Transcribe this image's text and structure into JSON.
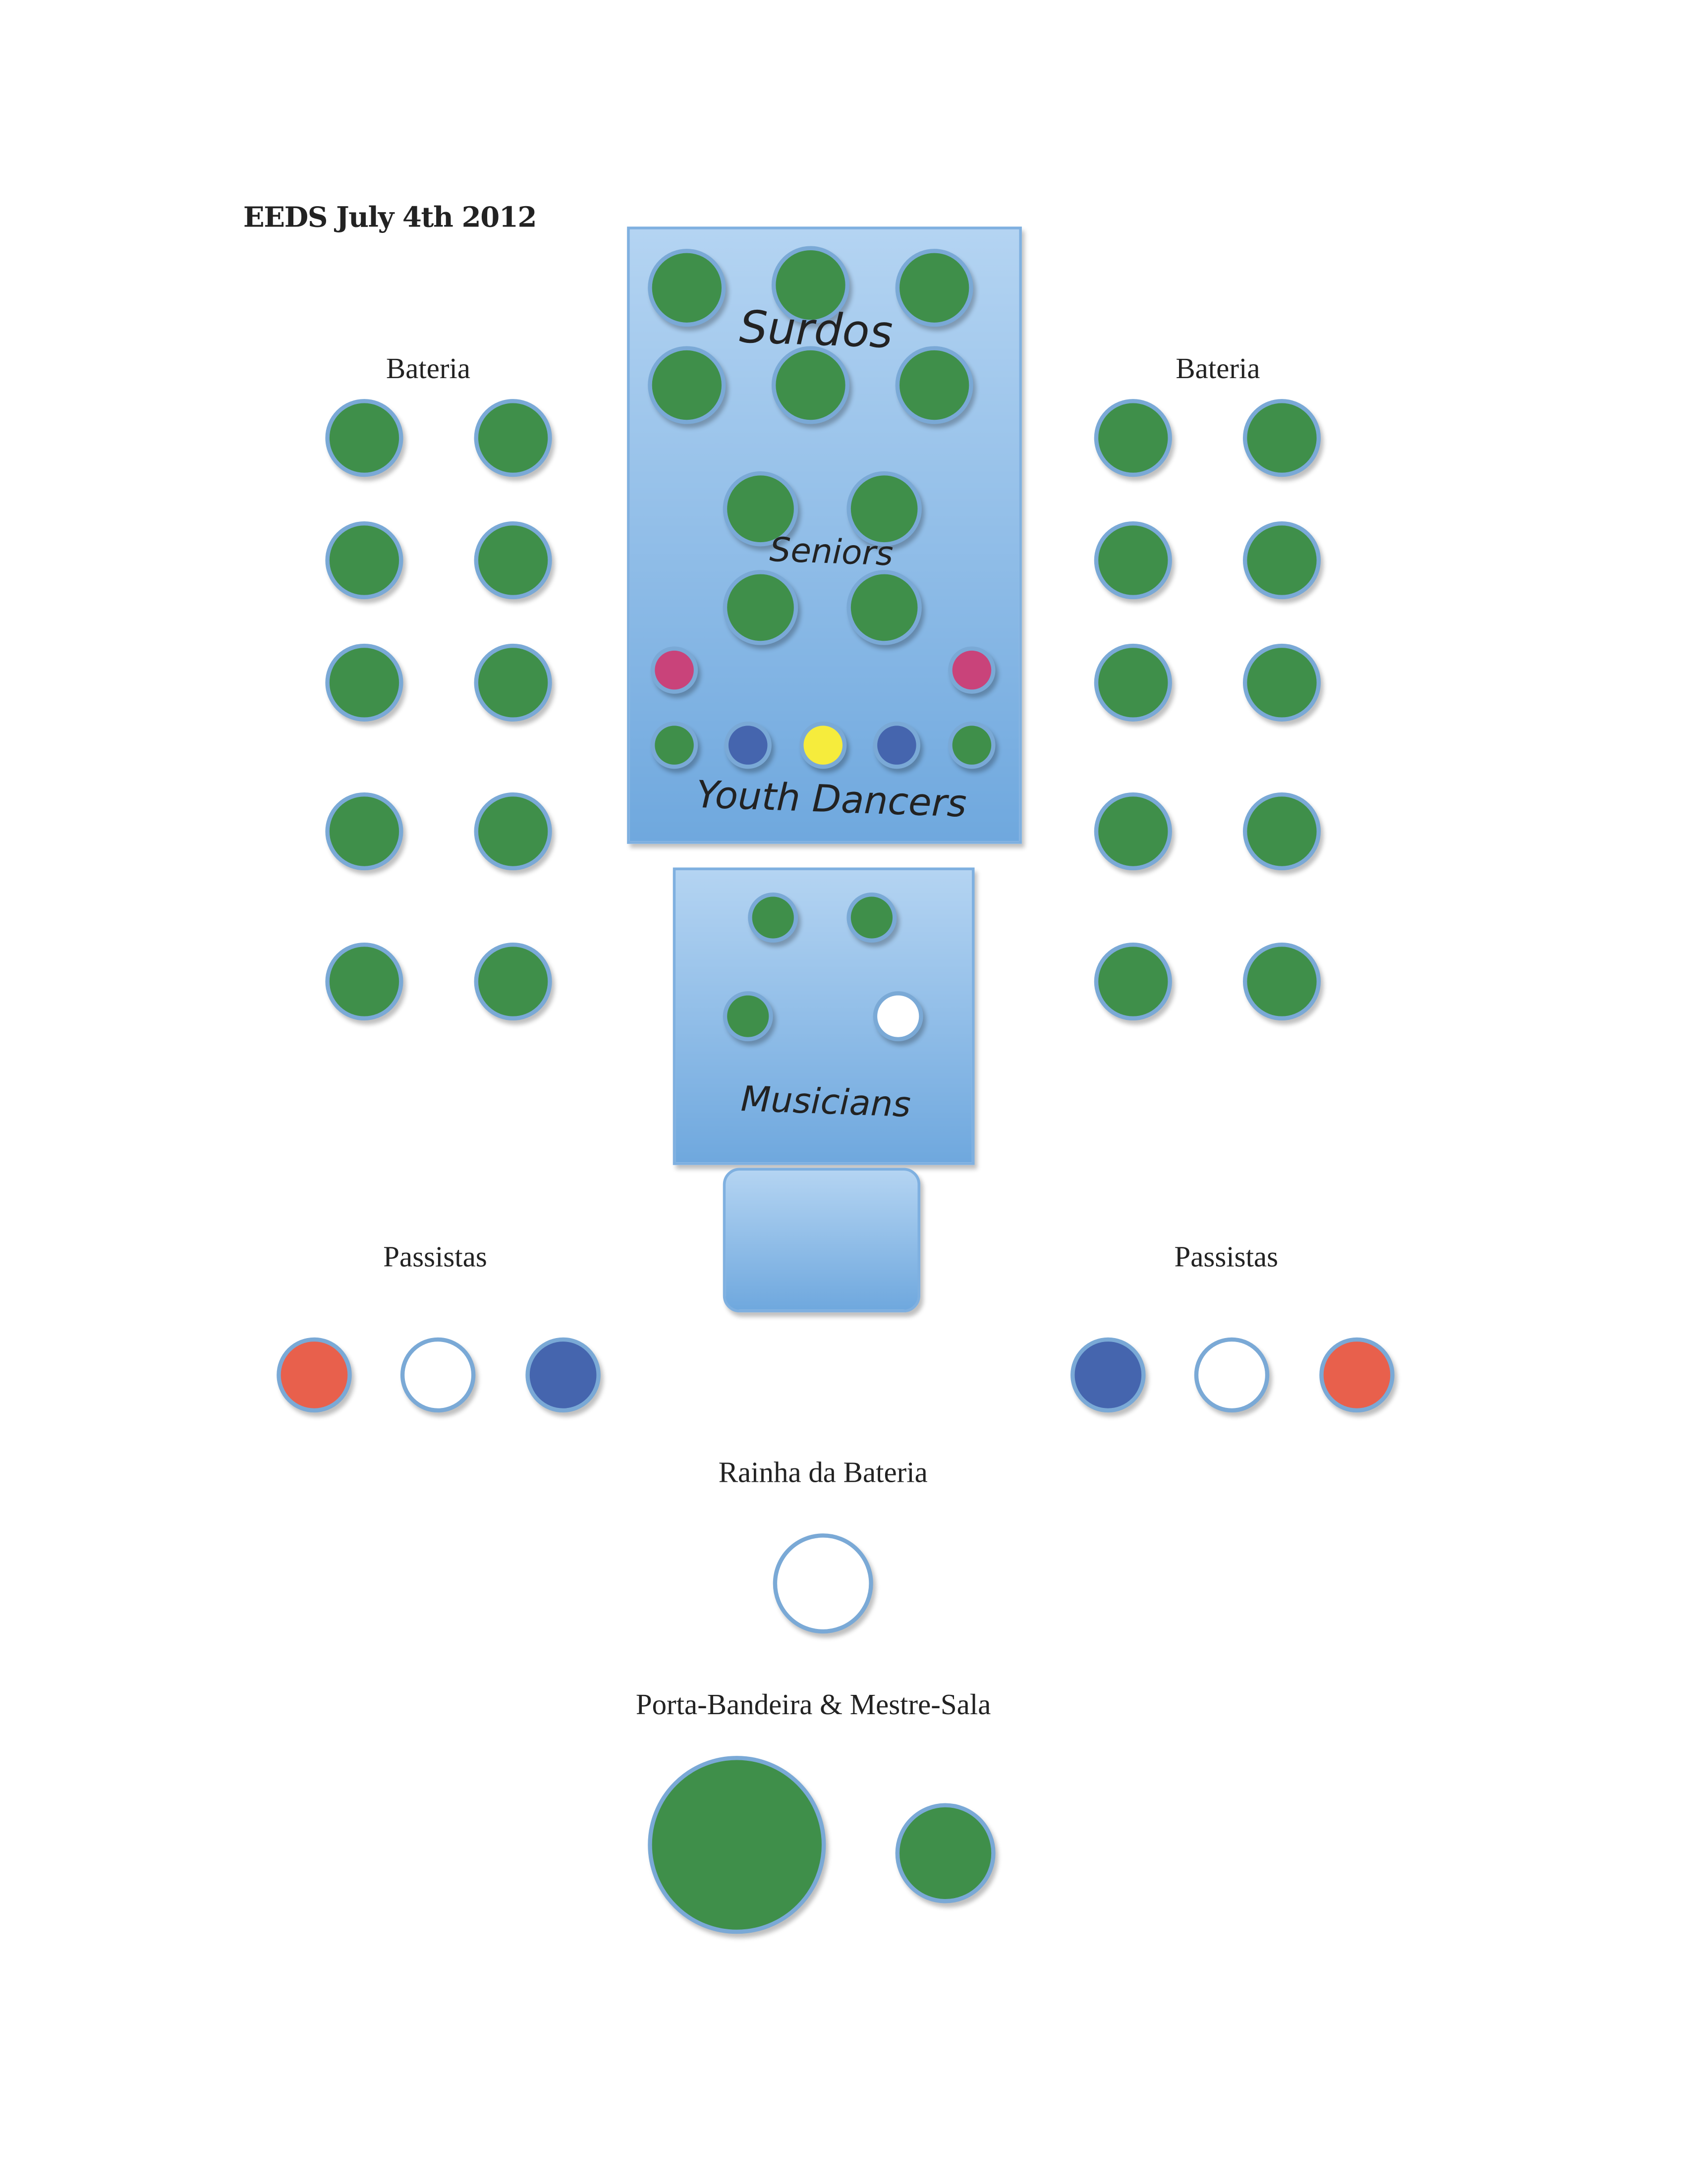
{
  "title": "EEDS July 4th 2012",
  "labels": {
    "bateria_left": "Bateria",
    "bateria_right": "Bateria",
    "passistas_left": "Passistas",
    "passistas_right": "Passistas",
    "rainha": "Rainha da Bateria",
    "porta_bandeira": "Porta-Bandeira & Mestre-Sala"
  },
  "handwritten": {
    "surdos": "Surdos",
    "seniors": "Seniors",
    "youth_dancers": "Youth Dancers",
    "musicians": "Musicians"
  },
  "colors": {
    "green": "#3f8f4a",
    "pink": "#c9437a",
    "blue": "#4565ae",
    "yellow": "#f6ec3c",
    "white": "#ffffff",
    "red": "#e8604c",
    "outline": "#7aa9d6"
  },
  "groups": {
    "surdos": [
      "green",
      "green",
      "green",
      "green",
      "green",
      "green"
    ],
    "seniors": [
      "green",
      "green",
      "green",
      "green"
    ],
    "youth_dancers": [
      "pink",
      "pink",
      "green",
      "blue",
      "yellow",
      "blue",
      "green"
    ],
    "musicians": [
      "green",
      "green",
      "green",
      "white"
    ],
    "bateria_left": [
      "green",
      "green",
      "green",
      "green",
      "green",
      "green",
      "green",
      "green",
      "green",
      "green"
    ],
    "bateria_right": [
      "green",
      "green",
      "green",
      "green",
      "green",
      "green",
      "green",
      "green",
      "green",
      "green"
    ],
    "passistas_left": [
      "red",
      "white",
      "blue"
    ],
    "passistas_right": [
      "blue",
      "white",
      "red"
    ],
    "rainha": [
      "white"
    ],
    "porta_bandeira_mestre_sala": [
      "green",
      "green"
    ]
  }
}
